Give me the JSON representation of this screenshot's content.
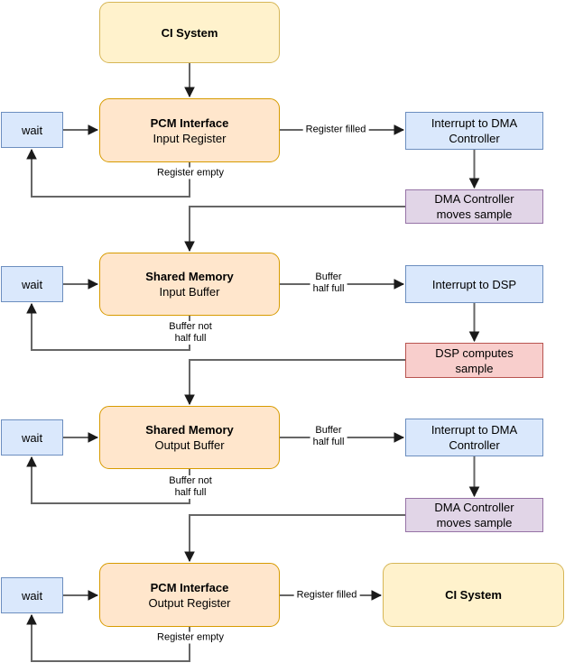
{
  "palette": {
    "yellow_fill": "#FFF2CC",
    "yellow_border": "#D6B656",
    "orange_fill": "#FFE6CC",
    "orange_border": "#D79B00",
    "blue_fill": "#DAE8FC",
    "blue_border": "#6C8EBF",
    "purple_fill": "#E1D5E7",
    "purple_border": "#9673A6",
    "red_fill": "#F8CECC",
    "red_border": "#B85450",
    "connector": "#666666",
    "arrowhead": "#1a1a1a",
    "text": "#000000"
  },
  "nodes": {
    "ci_system_top": {
      "label": "CI System"
    },
    "pcm_input_register": {
      "lines": [
        "PCM Interface",
        "Input Register"
      ]
    },
    "wait_1": {
      "label": "wait"
    },
    "interrupt_dma_1": {
      "lines": [
        "Interrupt to DMA",
        "Controller"
      ]
    },
    "dma_moves_sample_1": {
      "lines": [
        "DMA Controller",
        "moves sample"
      ]
    },
    "shared_memory_input": {
      "lines": [
        "Shared Memory",
        "Input Buffer"
      ]
    },
    "wait_2": {
      "label": "wait"
    },
    "interrupt_dsp": {
      "label": "Interrupt to DSP"
    },
    "dsp_computes_sample": {
      "lines": [
        "DSP computes",
        "sample"
      ]
    },
    "shared_memory_output": {
      "lines": [
        "Shared Memory",
        "Output Buffer"
      ]
    },
    "wait_3": {
      "label": "wait"
    },
    "interrupt_dma_2": {
      "lines": [
        "Interrupt to DMA",
        "Controller"
      ]
    },
    "dma_moves_sample_2": {
      "lines": [
        "DMA Controller",
        "moves sample"
      ]
    },
    "pcm_output_register": {
      "lines": [
        "PCM Interface",
        "Output Register"
      ]
    },
    "wait_4": {
      "label": "wait"
    },
    "ci_system_bottom": {
      "label": "CI System"
    }
  },
  "edge_labels": {
    "register_filled_top": "Register filled",
    "register_empty_top": "Register empty",
    "buffer_half_full_1": {
      "lines": [
        "Buffer",
        "half full"
      ]
    },
    "buffer_not_half_full_1": {
      "lines": [
        "Buffer not",
        "half full"
      ]
    },
    "buffer_half_full_2": {
      "lines": [
        "Buffer",
        "half full"
      ]
    },
    "buffer_not_half_full_2": {
      "lines": [
        "Buffer not",
        "half full"
      ]
    },
    "register_filled_bottom": "Register filled",
    "register_empty_bottom": "Register empty"
  }
}
